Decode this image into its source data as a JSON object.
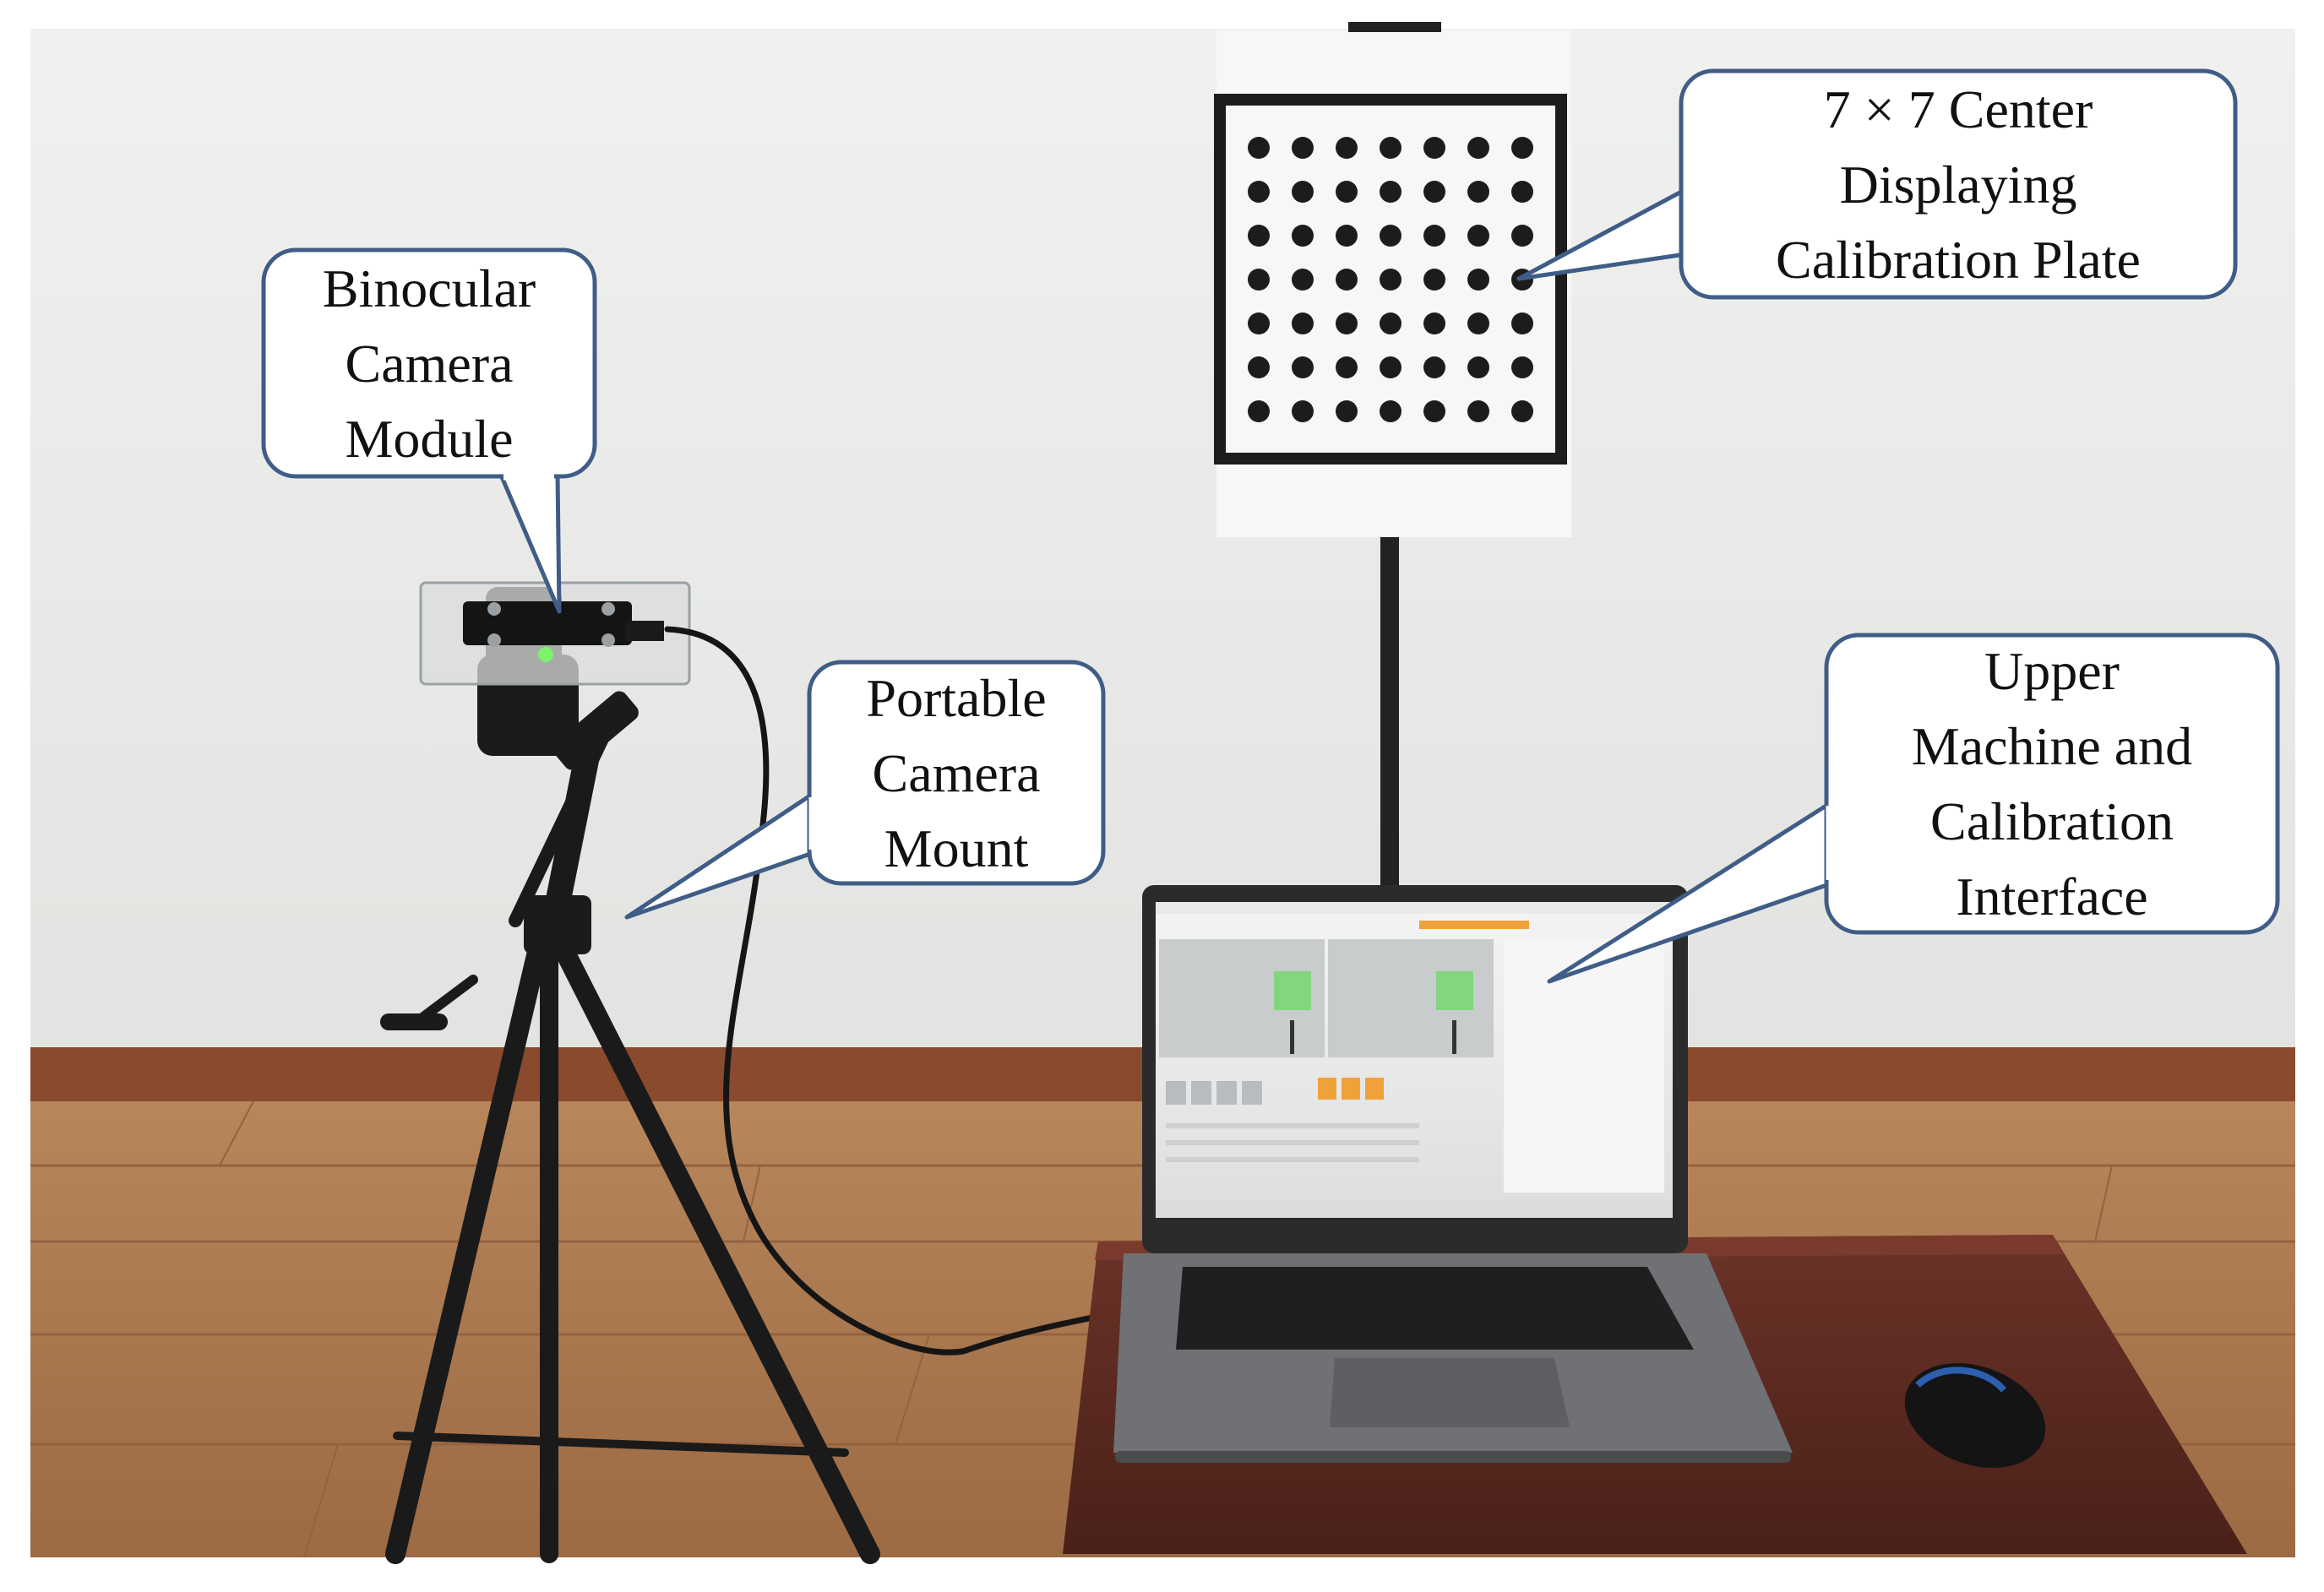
{
  "callouts": {
    "plate": "7 × 7 Center\nDisplaying\nCalibration Plate",
    "camera": "Binocular\nCamera\nModule",
    "mount": "Portable\nCamera\nMount",
    "laptop": "Upper\nMachine and\nCalibration\nInterface"
  },
  "colors": {
    "wall": "#ecedeb",
    "floor": "#a8764d",
    "baseboard": "#8a4a2e",
    "table": "#5a2a22",
    "callout_border": "#3f5d86",
    "callout_fill": "#ffffff",
    "plate_dot": "#1c1c1c",
    "screen_accent": "#f0a23a"
  },
  "plate_grid": {
    "rows": 7,
    "cols": 7
  }
}
